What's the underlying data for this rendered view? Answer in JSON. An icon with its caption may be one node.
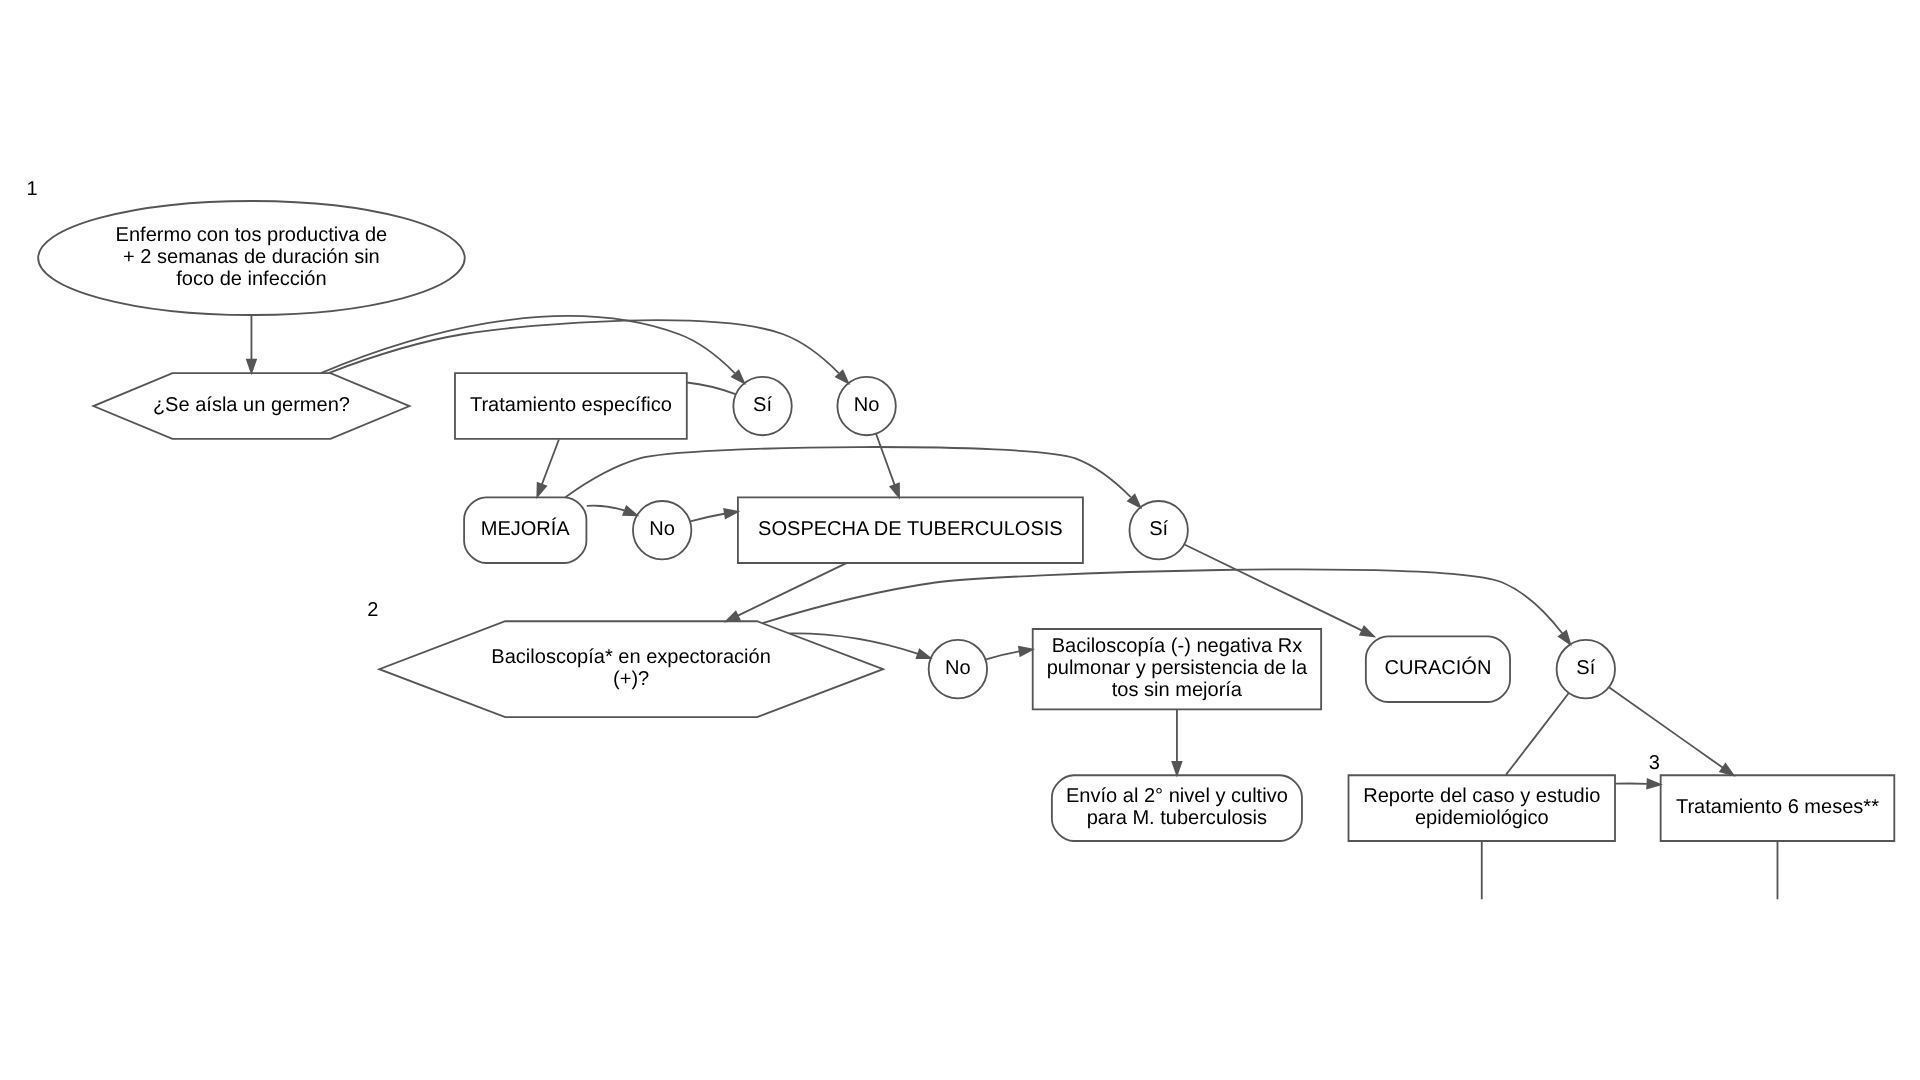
{
  "diagram": {
    "nodes": [
      {
        "text": [
          "Enfermo con tos productiva de + 2 semanas de duración sin foco de infección"
        ],
        "beside": [
          "1"
        ]
      },
      {
        "text": [
          "¿Se aísla un germen?"
        ]
      },
      {
        "text": [
          "Sí"
        ]
      },
      {
        "text": [
          "No"
        ]
      },
      {
        "text": [
          "Tratamiento específico"
        ]
      },
      {
        "text": [
          "SOSPECHA DE TUBERCULOSIS"
        ]
      },
      {
        "text": [
          "MEJORÍA"
        ]
      },
      {
        "text": [
          "Sí"
        ]
      },
      {
        "text": [
          "No"
        ]
      },
      {
        "text": [
          "CURACIÓN"
        ]
      },
      {
        "text": [
          "Baciloscopía* en expectoración (+)?"
        ],
        "beside": [
          "2"
        ]
      },
      {
        "text": [
          "No"
        ]
      },
      {
        "text": [
          "Sí"
        ]
      },
      {
        "text": [
          "Baciloscopía (-) negativa Rx pulmonar y persistencia de la tos sin mejoría"
        ]
      },
      {
        "text": [
          "Envío al 2° nivel y cultivo para M. tuberculosis"
        ]
      },
      {
        "text": [
          "Reporte del caso y estudio epidemiológico"
        ]
      },
      {
        "text": [
          "Tratamiento 6 meses**"
        ],
        "beside": [
          "3"
        ]
      }
    ],
    "edges": [
      {
        "from": 0,
        "to": 1,
        "arrow": "to"
      },
      {
        "from": 1,
        "to": 2,
        "arrow": "to"
      },
      {
        "from": 1,
        "to": 3,
        "arrow": "to"
      },
      {
        "from": 2,
        "to": 4,
        "arrow": "none"
      },
      {
        "from": 3,
        "to": 5,
        "arrow": "to"
      },
      {
        "from": 4,
        "to": 6,
        "arrow": "to"
      },
      {
        "from": 6,
        "to": 7,
        "arrow": "to"
      },
      {
        "from": 6,
        "to": 8,
        "arrow": "to"
      },
      {
        "from": 7,
        "to": 9,
        "arrow": "to"
      },
      {
        "from": 8,
        "to": 5,
        "arrow": "to"
      },
      {
        "from": 5,
        "to": 10,
        "arrow": "to"
      },
      {
        "from": 10,
        "to": 11,
        "arrow": "to"
      },
      {
        "from": 10,
        "to": 12,
        "arrow": "to"
      },
      {
        "from": 11,
        "to": 13,
        "arrow": "to"
      },
      {
        "from": 13,
        "to": 14,
        "arrow": "to"
      },
      {
        "from": 12,
        "to": 16,
        "arrow": "to"
      },
      {
        "from": 12,
        "to": 15,
        "arrow": "none"
      },
      {
        "from": 15,
        "to": 16,
        "arrow": "to"
      },
      {
        "from": 15,
        "to": null,
        "arrow": "none"
      },
      {
        "from": 16,
        "to": null,
        "arrow": "none"
      }
    ]
  }
}
